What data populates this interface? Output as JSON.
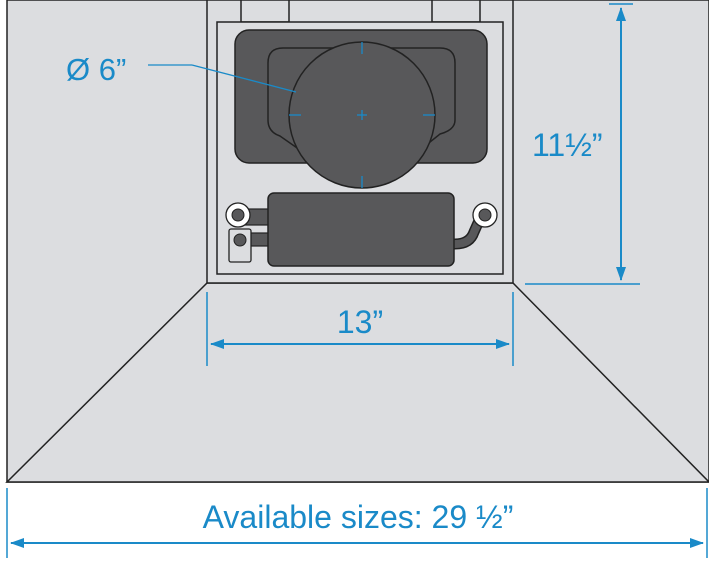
{
  "labels": {
    "diameter": "Ø 6”",
    "height": "11½”",
    "width": "13”",
    "available_sizes": "Available sizes: 29 ½”"
  },
  "colors": {
    "dimension": "#1a8ac8",
    "wall": "#dcdde0",
    "component": "#58585a",
    "outline": "#222222"
  }
}
